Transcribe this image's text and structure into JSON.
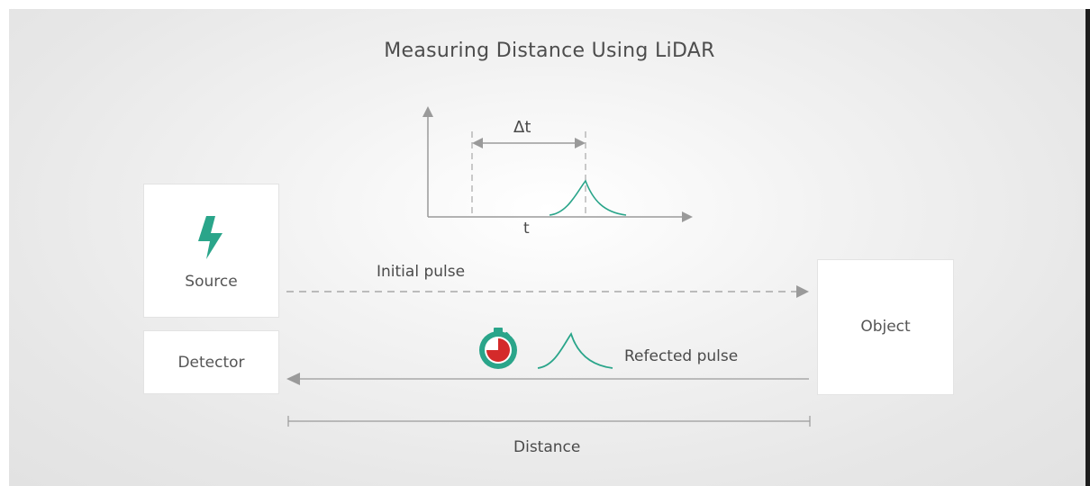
{
  "title": "Measuring Distance Using LiDAR",
  "graph": {
    "delta_label": "Δt",
    "x_axis_label": "t"
  },
  "nodes": {
    "source": "Source",
    "detector": "Detector",
    "object": "Object"
  },
  "arrows": {
    "initial_pulse": "Initial pulse",
    "reflected_pulse": "Refected pulse"
  },
  "distance_label": "Distance",
  "colors": {
    "accent_teal": "#2aa58a",
    "timer_red": "#d42a2a",
    "arrow_gray": "#9a9a9a",
    "text_gray": "#4a4a4a"
  },
  "icons": [
    "lightning-bolt-icon",
    "stopwatch-icon",
    "pulse-waveform-icon"
  ]
}
